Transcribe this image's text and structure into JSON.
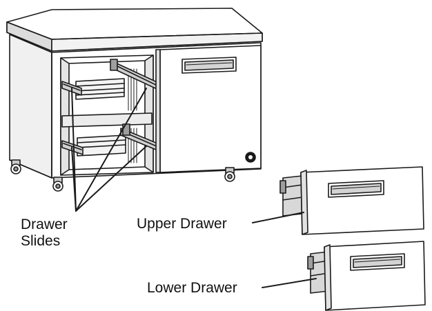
{
  "labels": {
    "drawer_slides_line1": "Drawer",
    "drawer_slides_line2": "Slides",
    "upper_drawer": "Upper Drawer",
    "lower_drawer": "Lower Drawer"
  },
  "colors": {
    "line": "#1a1a1a",
    "panel_fill": "#ffffff",
    "shade": "#e6e6e6",
    "dark_shade": "#b8b8b8"
  },
  "icons": {
    "brand_badge": "logo-badge-icon"
  }
}
